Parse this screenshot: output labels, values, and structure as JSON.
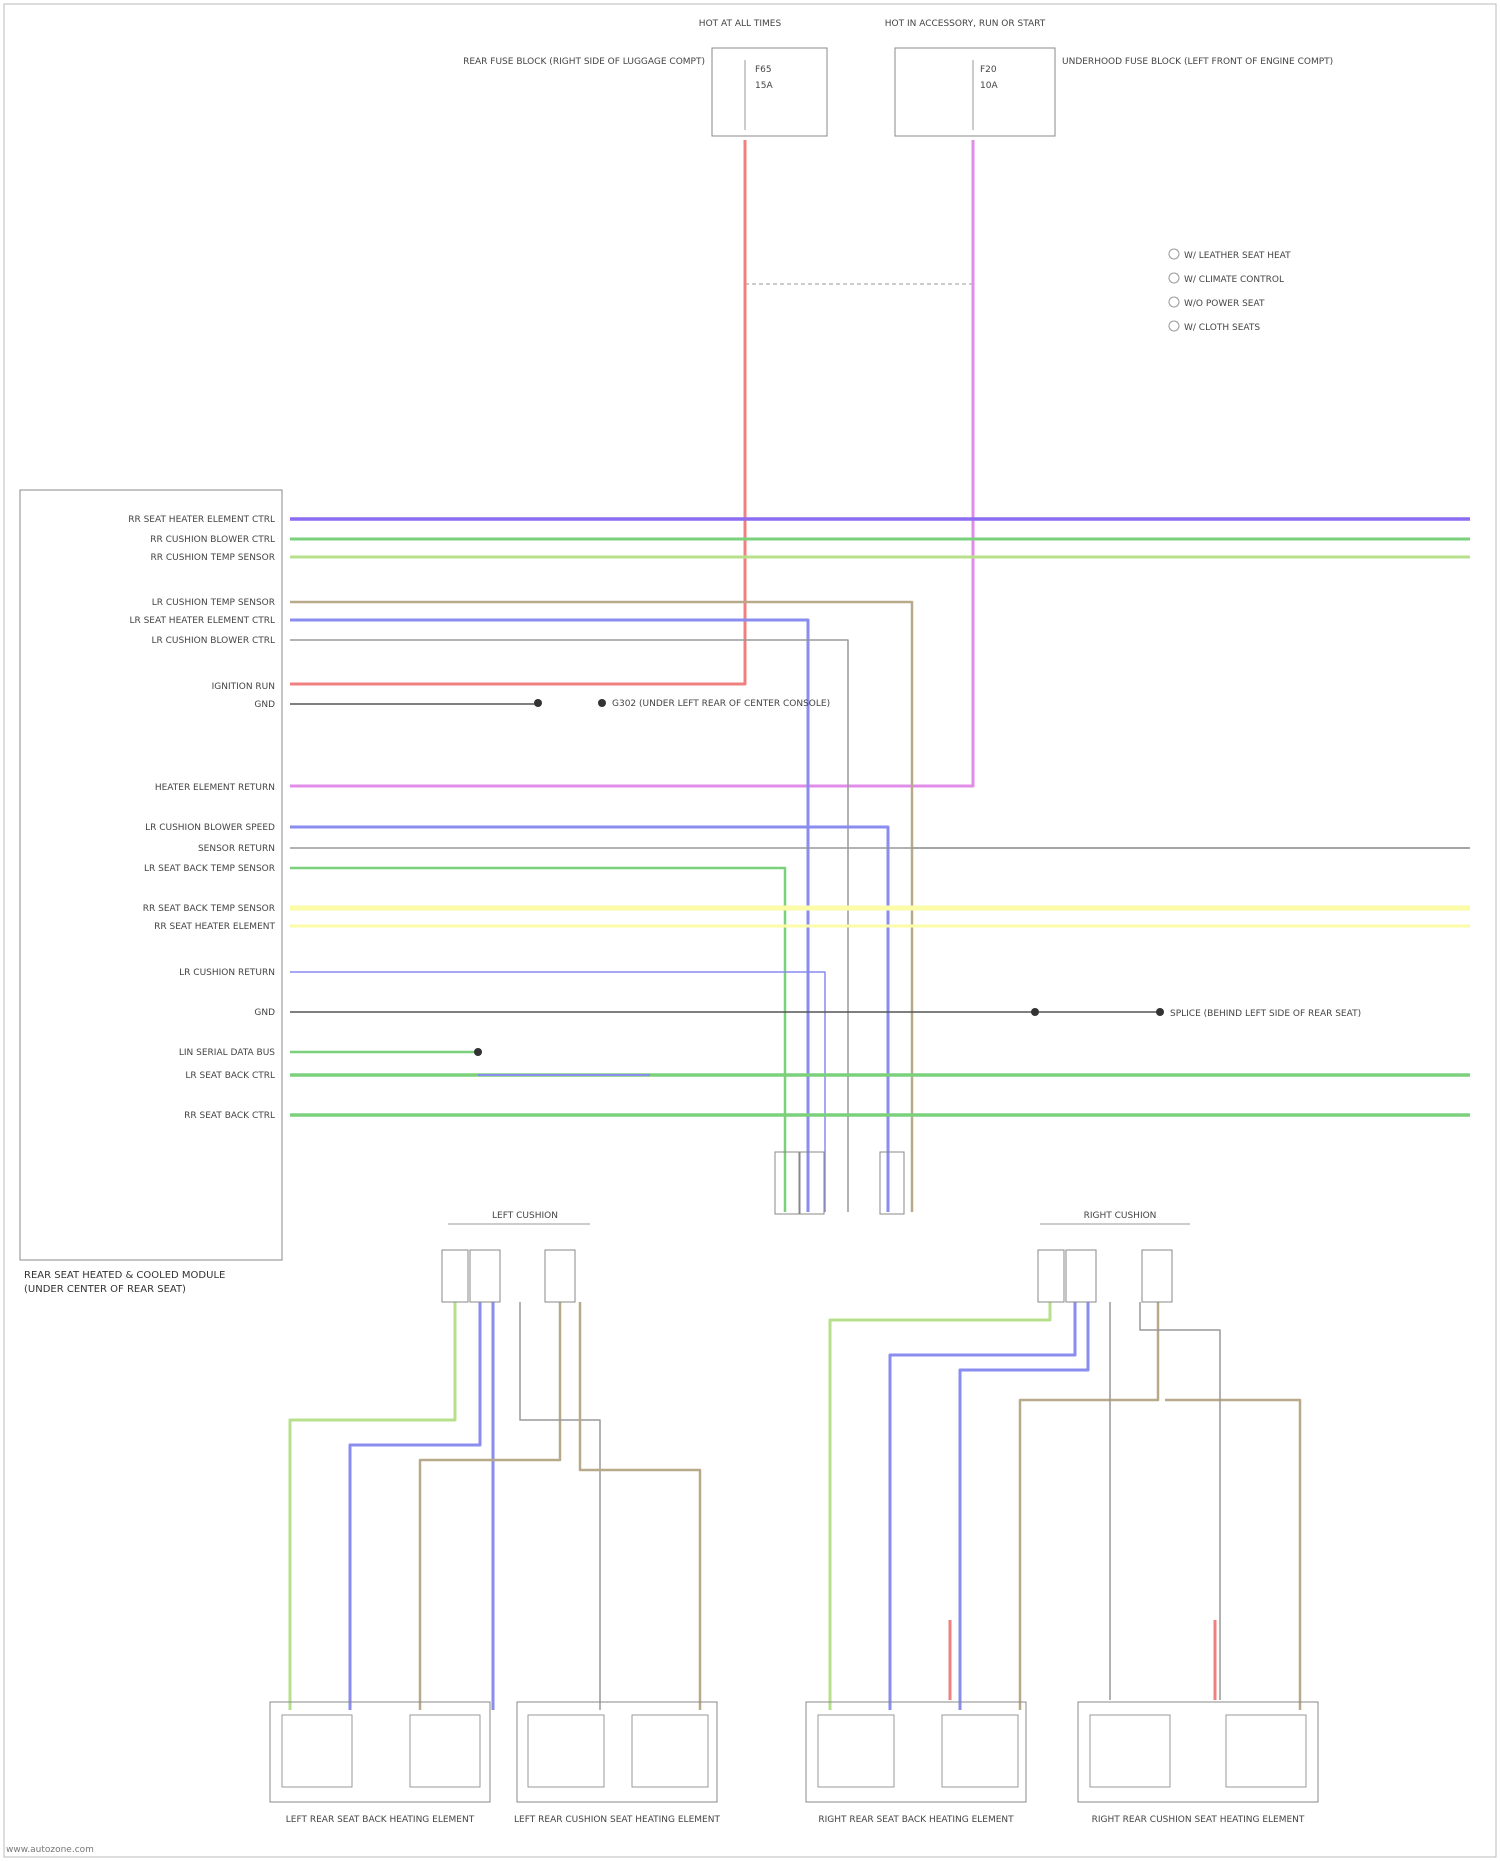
{
  "colors": {
    "red": "#f08080",
    "pink": "#e08ce8",
    "violet": "#8c6cf0",
    "green": "#7bd07b",
    "lime": "#b8e08c",
    "olive": "#b8a98a",
    "yellow": "#fbfba8",
    "blue": "#8a8cf0",
    "gray": "#999999",
    "dark": "#555555"
  },
  "fuse_boxes": [
    {
      "title": "HOT AT ALL TIMES",
      "desc": "REAR FUSE BLOCK (RIGHT SIDE OF LUGGAGE COMPT)",
      "pins": [
        "F65",
        "15A"
      ]
    },
    {
      "title": "HOT IN ACCESSORY, RUN OR START",
      "desc": "UNDERHOOD FUSE BLOCK (LEFT FRONT OF ENGINE COMPT)",
      "pins": [
        "F20",
        "10A"
      ]
    }
  ],
  "legend": [
    "W/ LEATHER SEAT HEAT",
    "W/ CLIMATE CONTROL",
    "W/O POWER SEAT",
    "W/ CLOTH SEATS"
  ],
  "module": {
    "title": "REAR SEAT HEATED & COOLED MODULE",
    "subtitle": "(UNDER CENTER OF REAR SEAT)",
    "pins": [
      "RR SEAT HEATER ELEMENT CTRL",
      "RR CUSHION BLOWER CTRL",
      "RR CUSHION TEMP SENSOR",
      "LR CUSHION TEMP SENSOR",
      "LR SEAT HEATER ELEMENT CTRL",
      "LR CUSHION BLOWER CTRL",
      "IGNITION RUN",
      "GND",
      "HEATER ELEMENT RETURN",
      "LR CUSHION BLOWER SPEED",
      "SENSOR RETURN",
      "LR SEAT BACK TEMP SENSOR",
      "RR SEAT BACK TEMP SENSOR",
      "RR SEAT HEATER ELEMENT",
      "LR CUSHION RETURN",
      "GND",
      "LIN SERIAL DATA BUS",
      "LR SEAT BACK CTRL",
      "RR SEAT BACK CTRL"
    ]
  },
  "connectors": [
    "LEFT CUSHION",
    "RIGHT CUSHION"
  ],
  "ground_notes": [
    "SPLICE (BEHIND LEFT SIDE OF REAR SEAT)",
    "G302 (UNDER LEFT REAR OF CENTER CONSOLE)"
  ],
  "elements": [
    {
      "title": "LEFT REAR SEAT BACK HEATING ELEMENT"
    },
    {
      "title": "LEFT REAR CUSHION SEAT HEATING ELEMENT"
    },
    {
      "title": "RIGHT REAR SEAT BACK HEATING ELEMENT"
    },
    {
      "title": "RIGHT REAR CUSHION SEAT HEATING ELEMENT"
    }
  ],
  "footer": "www.autozone.com"
}
